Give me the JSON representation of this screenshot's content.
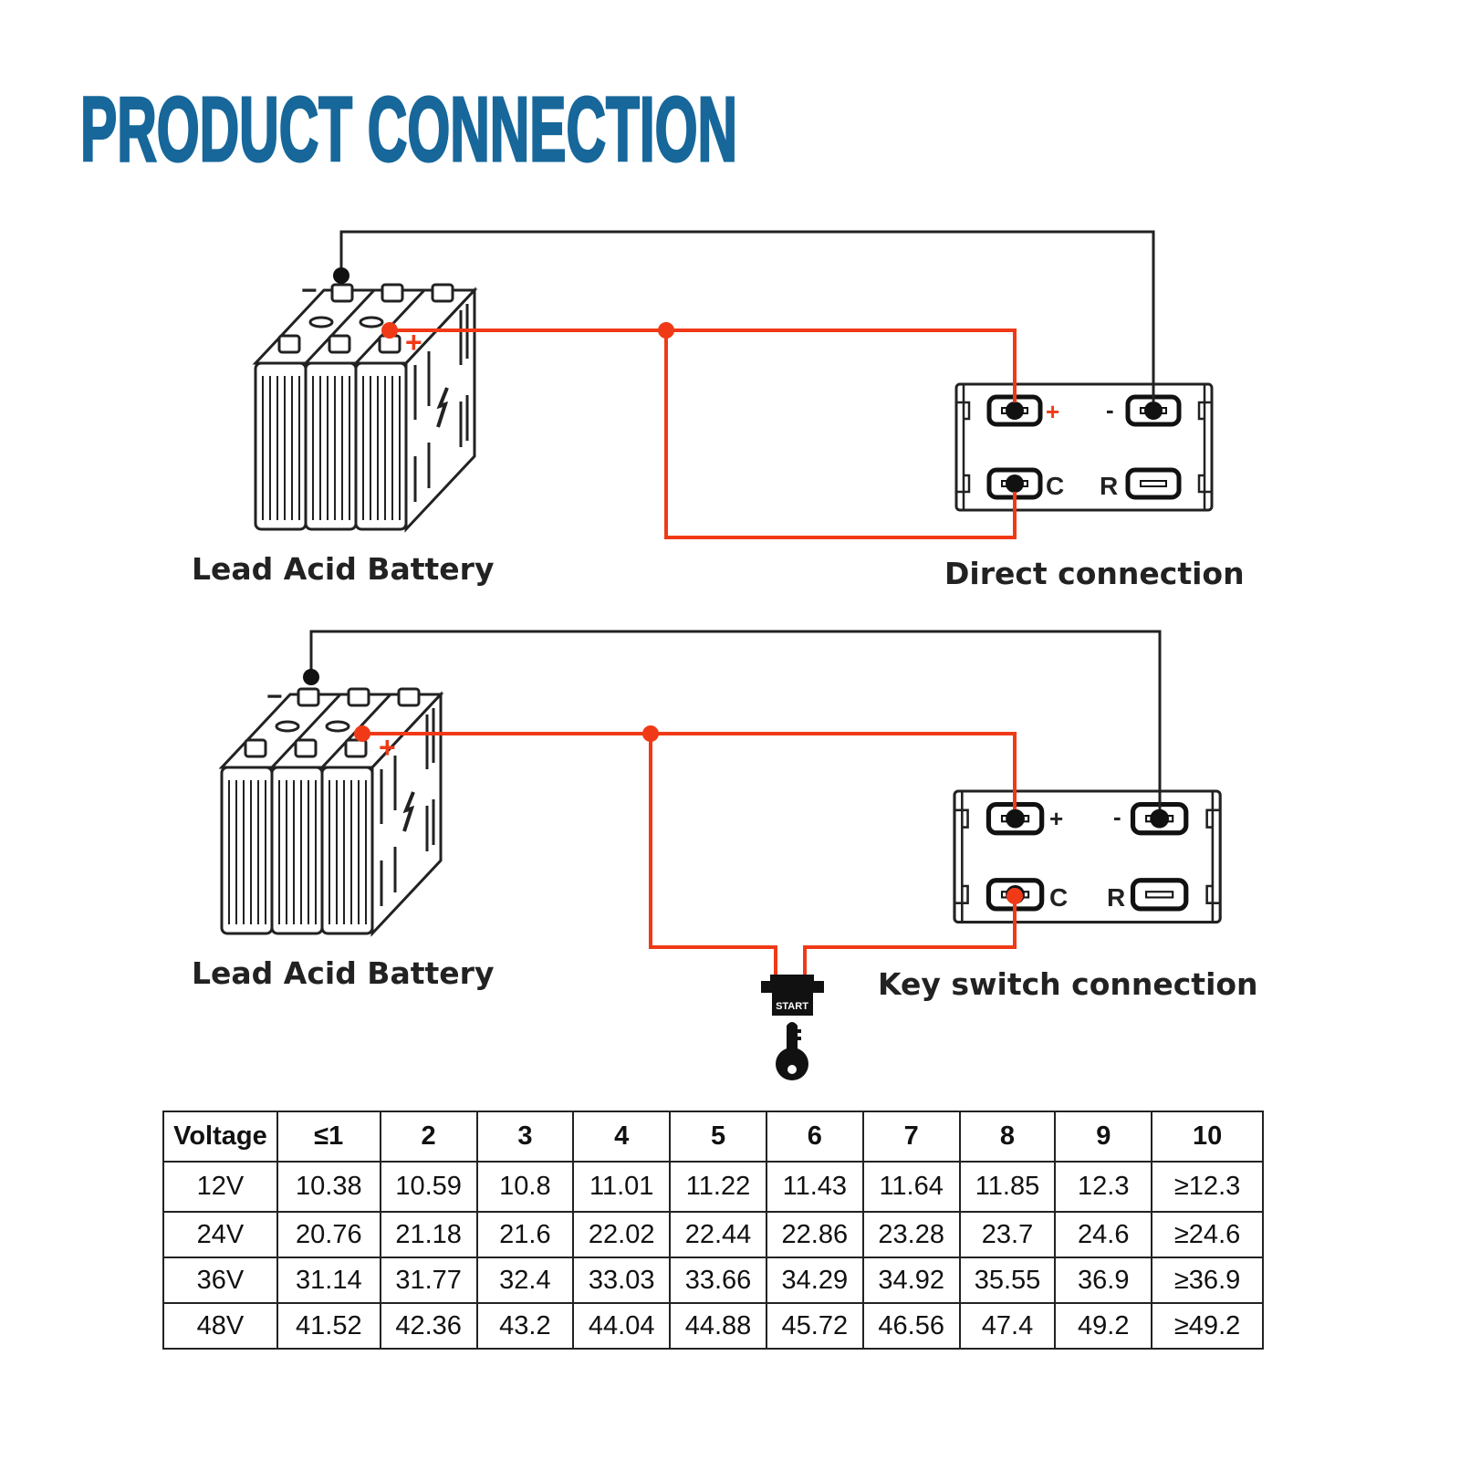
{
  "title": "PRODUCT CONNECTION",
  "colors": {
    "title": "#17679a",
    "wire_positive": "#f03a17",
    "wire_negative": "#222222"
  },
  "diagram1": {
    "battery_label": "Lead Acid Battery",
    "connection_label": "Direct connection",
    "terminals": {
      "pos": "+",
      "neg": "-",
      "c": "C",
      "r": "R"
    }
  },
  "diagram2": {
    "battery_label": "Lead Acid Battery",
    "connection_label": "Key switch connection",
    "terminals": {
      "pos": "+",
      "neg": "-",
      "c": "C",
      "r": "R"
    },
    "switch_label": "START"
  },
  "battery_signs": {
    "neg": "−",
    "pos": "+"
  },
  "table": {
    "headers": [
      "Voltage",
      "≤1",
      "2",
      "3",
      "4",
      "5",
      "6",
      "7",
      "8",
      "9",
      "10"
    ],
    "rows": [
      [
        "12V",
        "10.38",
        "10.59",
        "10.8",
        "11.01",
        "11.22",
        "11.43",
        "11.64",
        "11.85",
        "12.3",
        "≥12.3"
      ],
      [
        "24V",
        "20.76",
        "21.18",
        "21.6",
        "22.02",
        "22.44",
        "22.86",
        "23.28",
        "23.7",
        "24.6",
        "≥24.6"
      ],
      [
        "36V",
        "31.14",
        "31.77",
        "32.4",
        "33.03",
        "33.66",
        "34.29",
        "34.92",
        "35.55",
        "36.9",
        "≥36.9"
      ],
      [
        "48V",
        "41.52",
        "42.36",
        "43.2",
        "44.04",
        "44.88",
        "45.72",
        "46.56",
        "47.4",
        "49.2",
        "≥49.2"
      ]
    ]
  }
}
